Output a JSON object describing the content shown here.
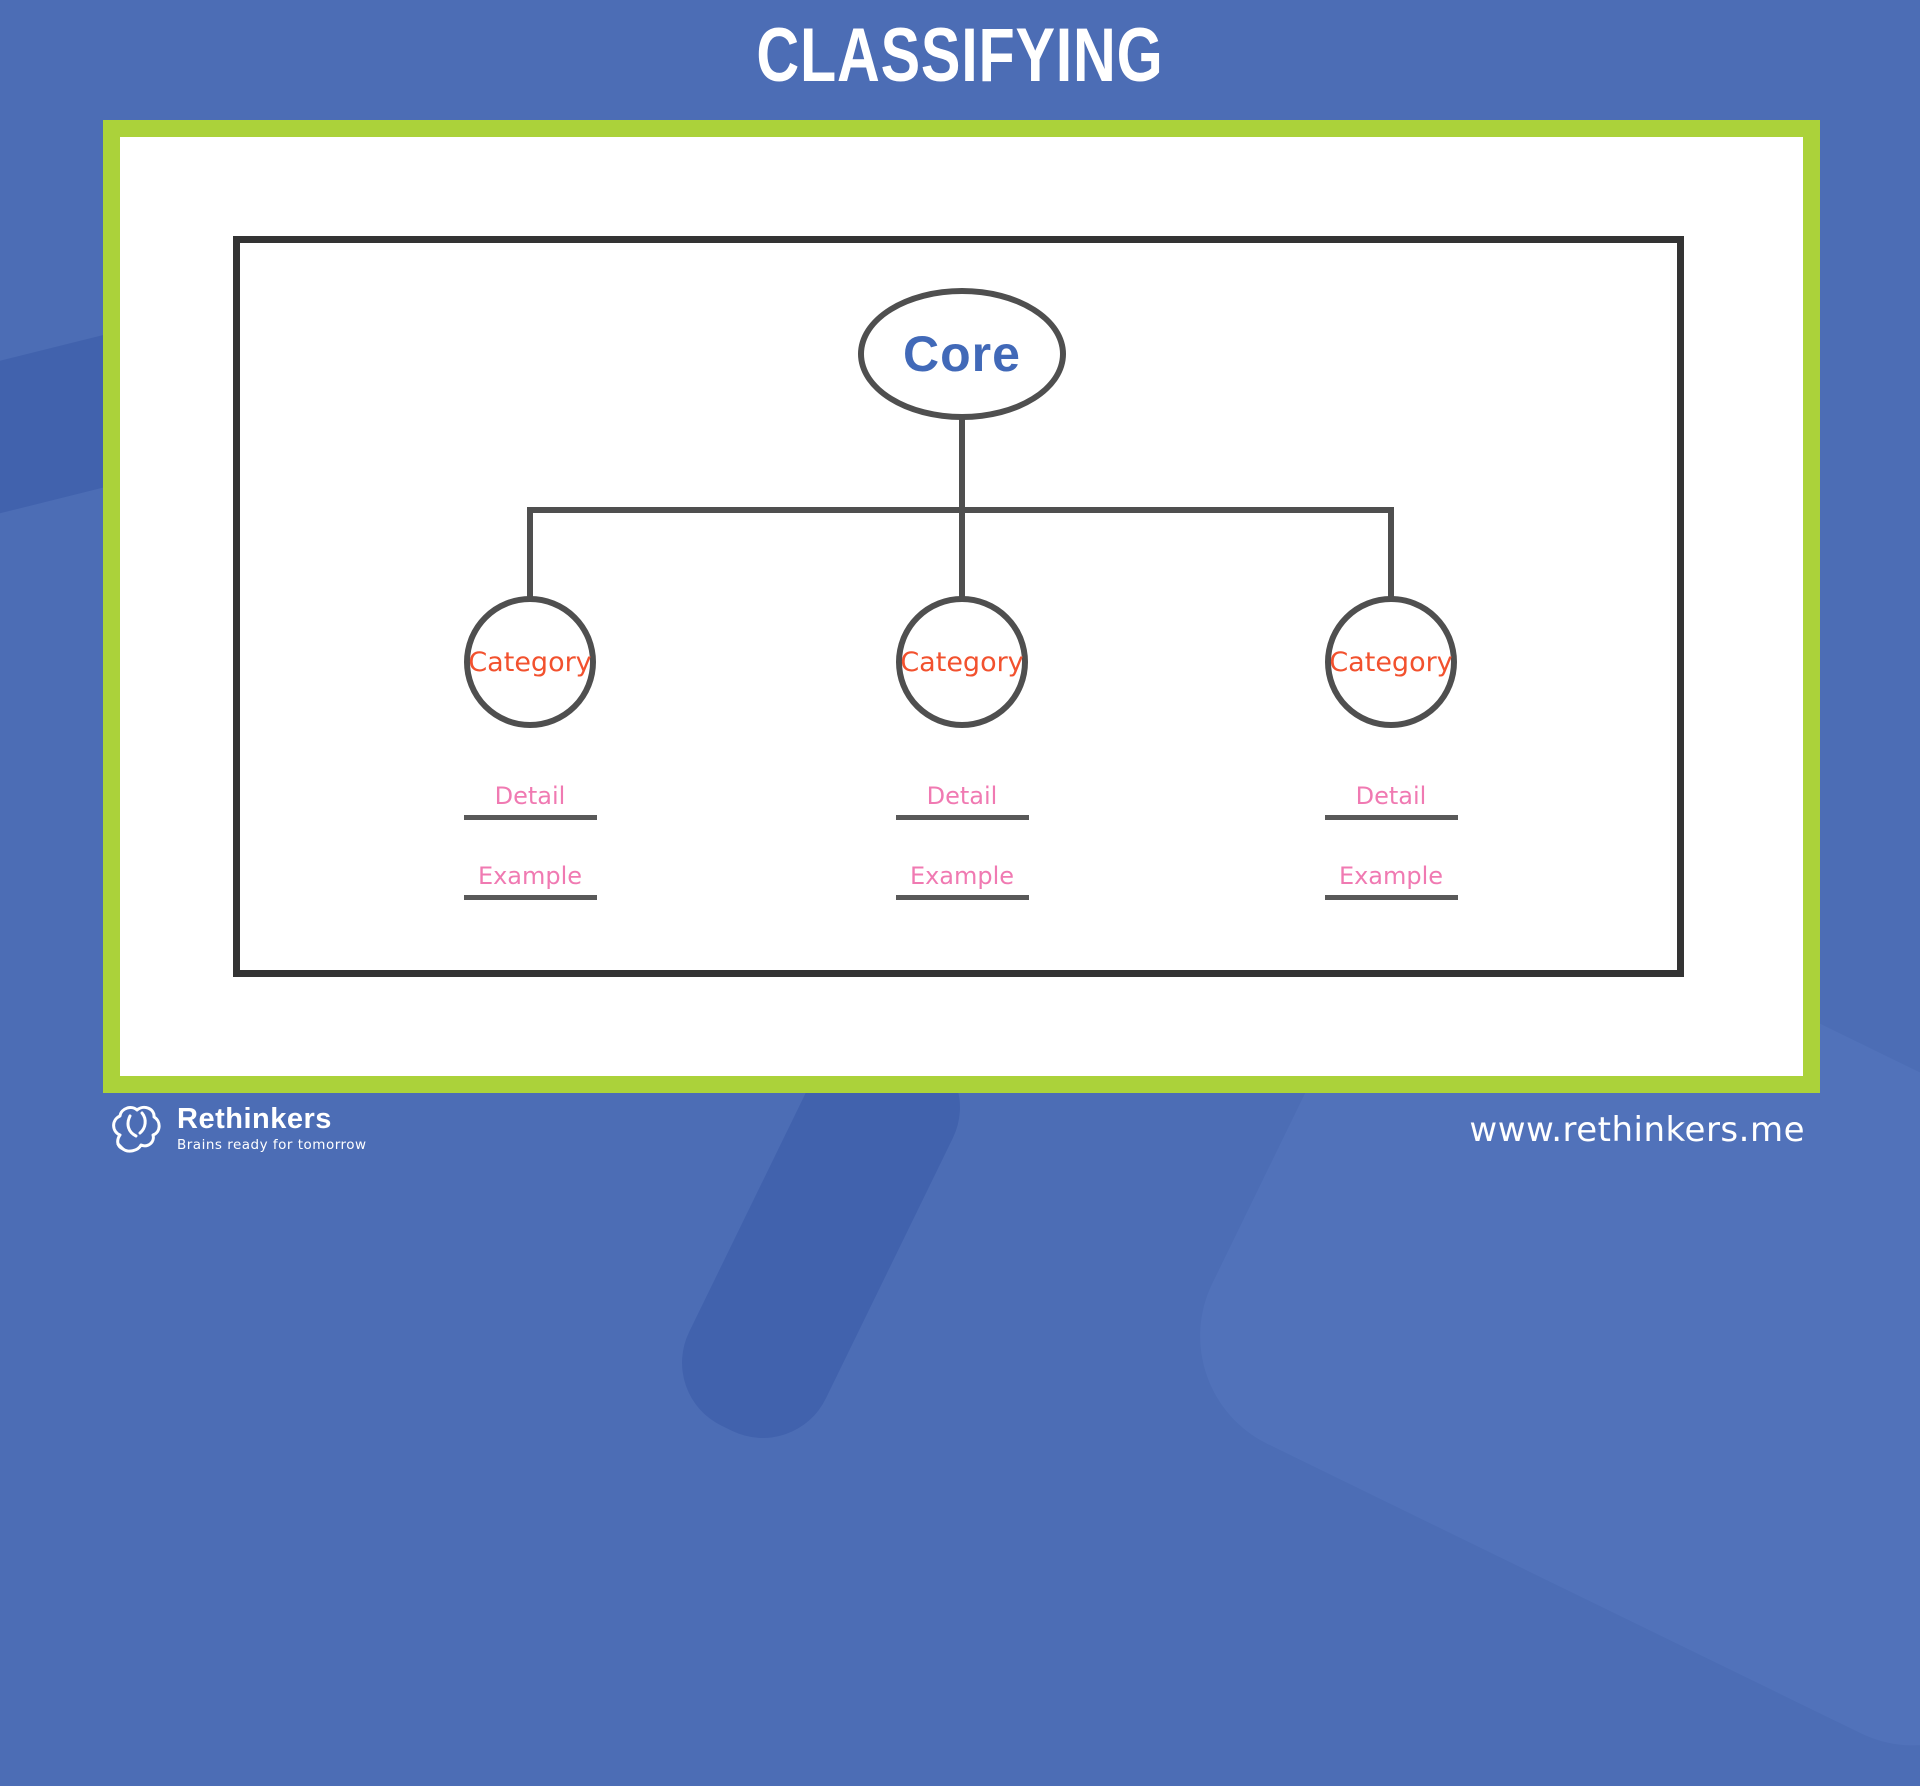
{
  "title": "CLASSIFYING",
  "diagram": {
    "core_label": "Core",
    "categories": [
      {
        "label": "Category",
        "detail": "Detail",
        "example": "Example"
      },
      {
        "label": "Category",
        "detail": "Detail",
        "example": "Example"
      },
      {
        "label": "Category",
        "detail": "Detail",
        "example": "Example"
      }
    ]
  },
  "footer": {
    "brand_name": "Rethinkers",
    "brand_tagline": "Brains ready for tomorrow",
    "website": "www.rethinkers.me",
    "brand_icon": "brain-speech-bubble-icon"
  },
  "colors": {
    "background": "#4c6db5",
    "background_swoosh_dark": "#4162ad",
    "background_swoosh_light": "#5172ba",
    "card_border": "#abd23a",
    "card_bg": "#ffffff",
    "frame_border": "#333333",
    "connector": "#4f4f4f",
    "underline": "#595959",
    "core_text": "#4169b8",
    "category_text": "#f2512e",
    "label_text": "#f07ab2",
    "title_text": "#ffffff",
    "footer_text": "#ffffff"
  }
}
